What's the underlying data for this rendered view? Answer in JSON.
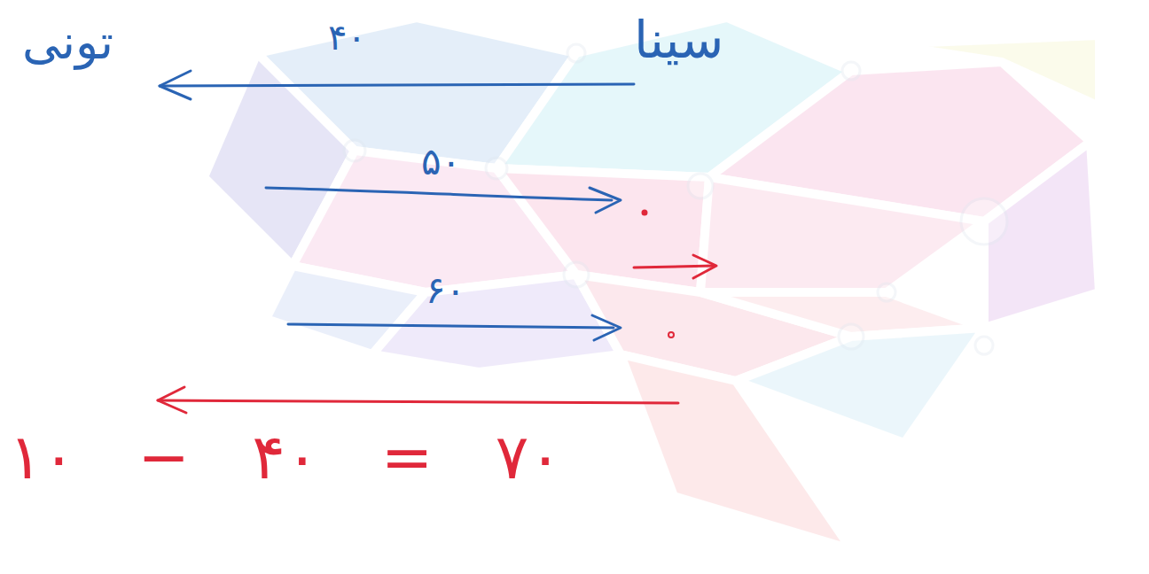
{
  "diagram": {
    "labels": [
      "تونی",
      "سینا",
      "۴۰",
      "۵۰",
      "۶۰",
      "۱۰ − ۴۰ = ۷۰"
    ]
  }
}
